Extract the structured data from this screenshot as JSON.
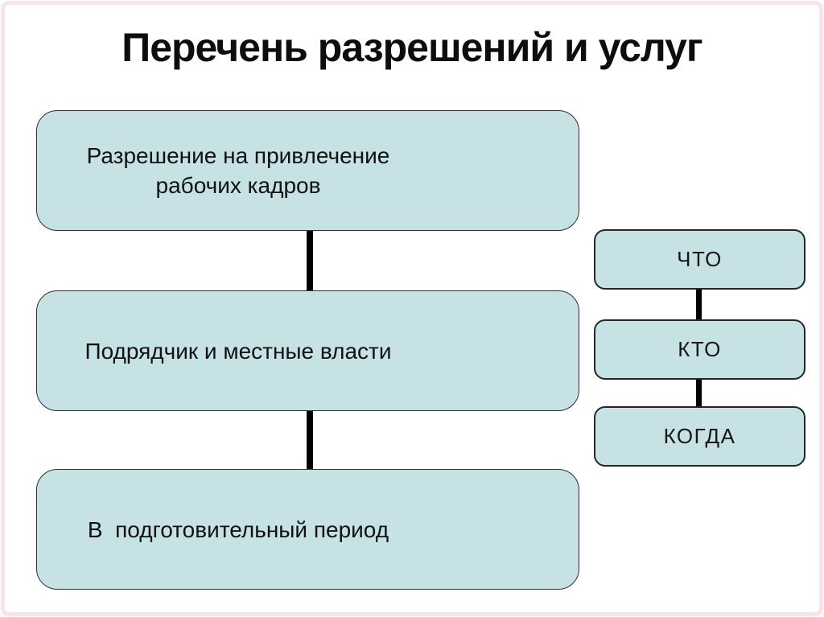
{
  "slide": {
    "title": "Перечень разрешений и услуг"
  },
  "diagram": {
    "left_boxes": [
      {
        "label": "Разрешение на привлечение рабочих кадров"
      },
      {
        "label": "Подрядчик и местные власти"
      },
      {
        "label": "В  подготовительный период"
      }
    ],
    "right_boxes": [
      {
        "label": "ЧТО"
      },
      {
        "label": "КТО"
      },
      {
        "label": "КОГДА"
      }
    ]
  },
  "colors": {
    "box_fill": "#c7e2e4",
    "box_border": "#2f2f2f",
    "connector": "#000000",
    "frame_pink": "#fbe3ec",
    "background": "#ffffff",
    "title_text": "#0d0d0d"
  }
}
